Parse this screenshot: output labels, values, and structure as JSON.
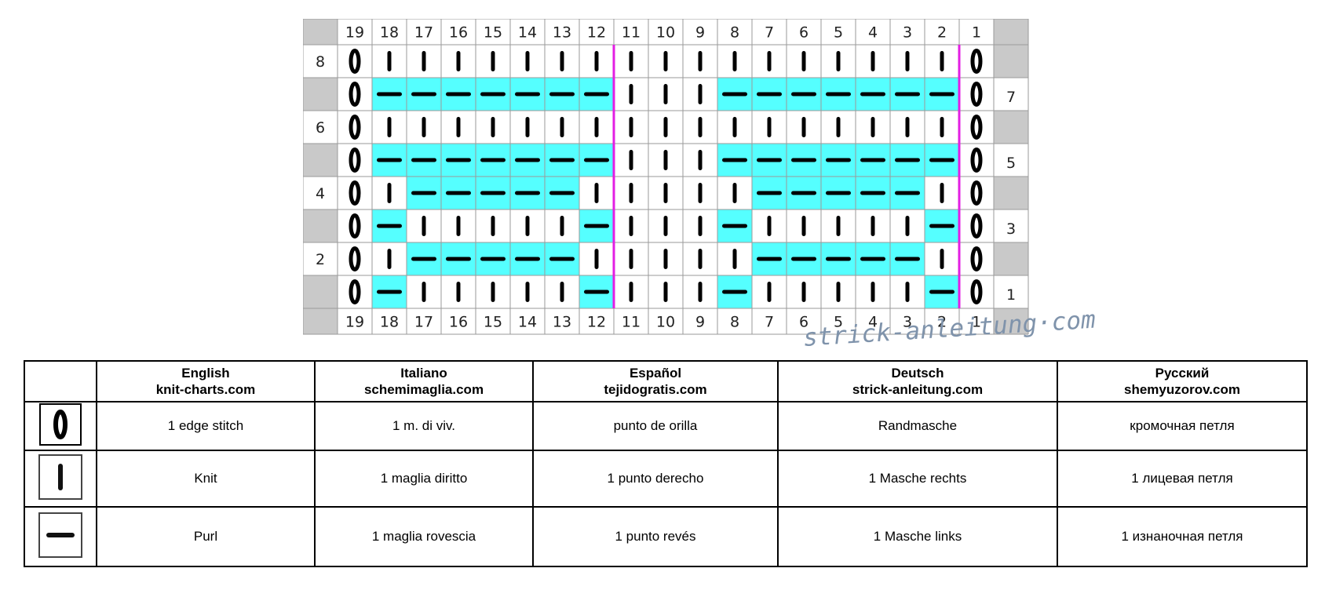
{
  "chart": {
    "column_numbers": [
      "19",
      "18",
      "17",
      "16",
      "15",
      "14",
      "13",
      "12",
      "11",
      "10",
      "9",
      "8",
      "7",
      "6",
      "5",
      "4",
      "3",
      "2",
      "1"
    ],
    "row_numbers_left": [
      "8",
      "6",
      "4",
      "2"
    ],
    "row_numbers_right": [
      "7",
      "5",
      "3",
      "1"
    ],
    "rows_top_to_bottom": [
      "OKKKKKKKKKKKKKKKKKO",
      "OPPPPPPPKKKPPPPPPPO",
      "OKKKKKKKKKKKKKKKKKO",
      "OPPPPPPPKKKPPPPPPPO",
      "OKPPPPPKKKKKPPPPPKO",
      "OPKKKKKPKKKPKKKKKPO",
      "OKPPPPPKKKKKPPPPPKO",
      "OPKKKKKPKKKPKKKKKPO"
    ],
    "cyan_top_to_bottom": [
      "0000000000000000000",
      "0111111100011111110",
      "0000000000000000000",
      "0111111100011111110",
      "0011111000001111100",
      "0100000100010000010",
      "0011111000001111100",
      "0100000100010000010"
    ],
    "symbol_key": {
      "O": "edge-stitch",
      "K": "knit",
      "P": "purl"
    },
    "colors": {
      "cyan": "#55ffff",
      "repeat_line": "#e31ee3",
      "header_gray": "#c9c9c9",
      "grid": "#9a9a9a"
    }
  },
  "watermark": "strick-anleitung·com",
  "legend": {
    "headers": [
      {
        "lang": "English",
        "site": "knit-charts.com"
      },
      {
        "lang": "Italiano",
        "site": "schemimaglia.com"
      },
      {
        "lang": "Español",
        "site": "tejidogratis.com"
      },
      {
        "lang": "Deutsch",
        "site": "strick-anleitung.com"
      },
      {
        "lang": "Русский",
        "site": "shemyuzorov.com"
      }
    ],
    "rows": [
      {
        "symbol": "edge-stitch-icon",
        "cells": [
          "1 edge stitch",
          "1 m. di viv.",
          "punto de orilla",
          "Randmasche",
          "кромочная петля"
        ]
      },
      {
        "symbol": "knit-icon",
        "cells": [
          "Knit",
          "1 maglia diritto",
          "1 punto derecho",
          "1 Masche rechts",
          "1 лицевая петля"
        ]
      },
      {
        "symbol": "purl-icon",
        "cells": [
          "Purl",
          "1 maglia rovescia",
          "1 punto revés",
          "1 Masche links",
          "1 изнаночная петля"
        ]
      }
    ]
  }
}
